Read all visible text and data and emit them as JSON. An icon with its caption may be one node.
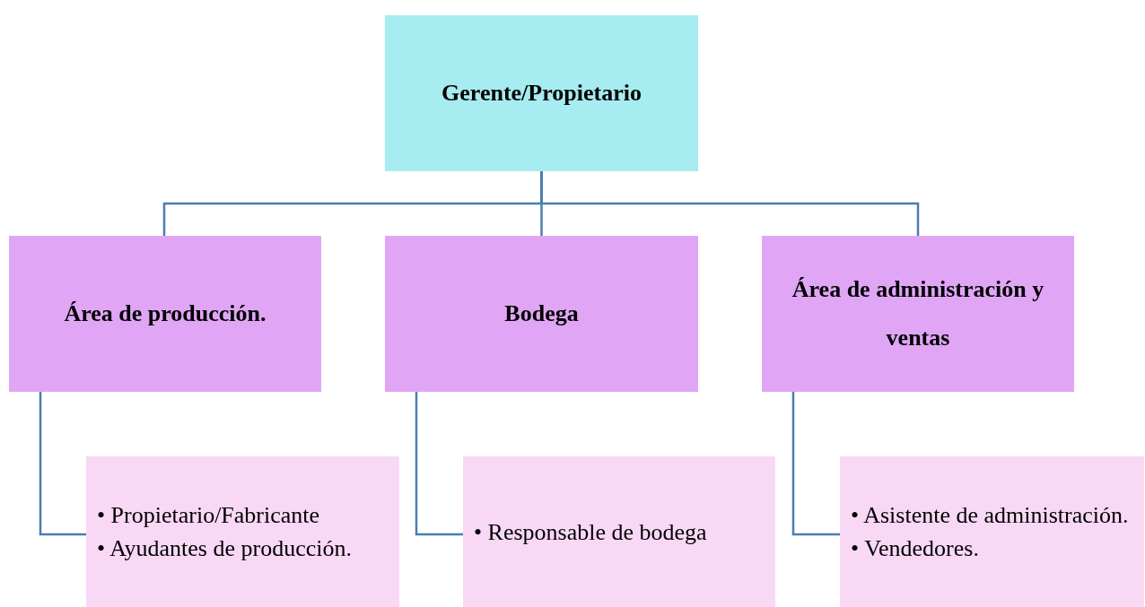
{
  "diagram": {
    "nodes": [
      {
        "text": [
          "Gerente/Propietario"
        ]
      },
      {
        "text": [
          "Área de producción."
        ]
      },
      {
        "text": [
          "Bodega"
        ]
      },
      {
        "text": [
          "Área de administración y ventas"
        ]
      },
      {
        "text": [
          "• Propietario/Fabricante",
          "• Ayudantes de producción."
        ]
      },
      {
        "text": [
          "• Responsable de bodega"
        ]
      },
      {
        "text": [
          "• Asistente de administración.",
          "• Vendedores."
        ]
      }
    ],
    "edges": [
      {
        "from": 0,
        "to": 1,
        "arrow": "none"
      },
      {
        "from": 0,
        "to": 2,
        "arrow": "none"
      },
      {
        "from": 0,
        "to": 3,
        "arrow": "none"
      },
      {
        "from": 1,
        "to": 4,
        "arrow": "none"
      },
      {
        "from": 2,
        "to": 5,
        "arrow": "none"
      },
      {
        "from": 3,
        "to": 6,
        "arrow": "none"
      }
    ]
  }
}
